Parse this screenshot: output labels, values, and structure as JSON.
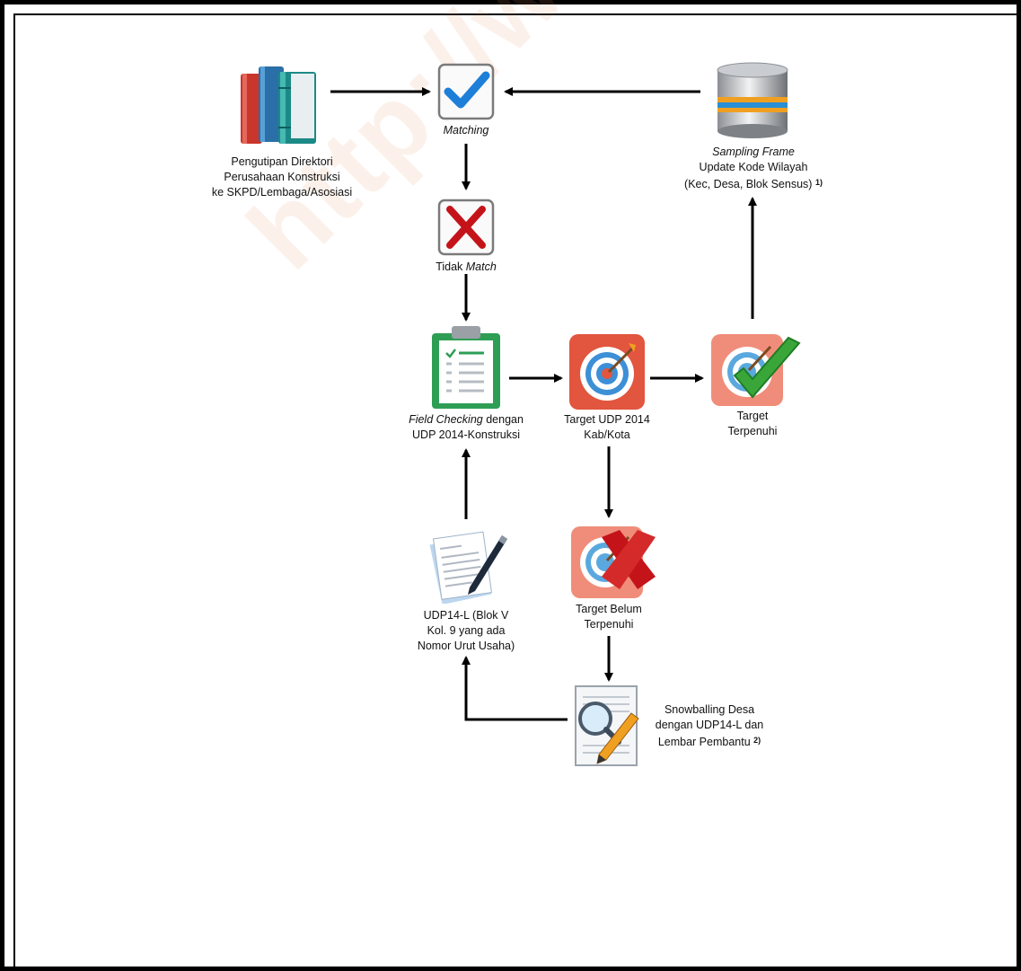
{
  "watermark": "http://www.bps.go.id",
  "nodes": {
    "books": {
      "icon": "books-icon",
      "lines": [
        "Pengutipan Direktori",
        "Perusahaan Konstruksi",
        "ke SKPD/Lembaga/Asosiasi"
      ]
    },
    "matching": {
      "icon": "checkmark-icon",
      "italic": "Matching"
    },
    "database": {
      "icon": "database-icon",
      "italic": "Sampling Frame",
      "line2": "Update Kode Wilayah",
      "line3": "(Kec, Desa, Blok Sensus)",
      "note": "1)"
    },
    "tidak_match": {
      "icon": "cross-icon",
      "prefix": "Tidak ",
      "italic": "Match"
    },
    "field_checking": {
      "icon": "clipboard-icon",
      "italic": "Field Checking",
      "suffix": " dengan",
      "line2": "UDP 2014-Konstruksi"
    },
    "target_udp": {
      "icon": "target-icon",
      "line1": "Target UDP 2014",
      "line2": "Kab/Kota"
    },
    "target_terpenuhi": {
      "icon": "target-check-icon",
      "line1": "Target",
      "line2": "Terpenuhi"
    },
    "target_belum": {
      "icon": "target-cross-icon",
      "line1": "Target Belum",
      "line2": "Terpenuhi"
    },
    "udp14l": {
      "icon": "document-pen-icon",
      "lines": [
        "UDP14-L (Blok V",
        "Kol. 9 yang ada",
        "Nomor Urut Usaha)"
      ]
    },
    "snowballing": {
      "icon": "magnifier-document-icon",
      "line1": "Snowballing Desa",
      "line2": "dengan UDP14-L dan",
      "line3": "Lembar Pembantu",
      "note": "2)"
    }
  },
  "colors": {
    "arrow": "#000000",
    "check": "#1e7fd8",
    "cross": "#c4141a",
    "clipboard": "#2e9e55",
    "target_bg": "#e2553e"
  }
}
